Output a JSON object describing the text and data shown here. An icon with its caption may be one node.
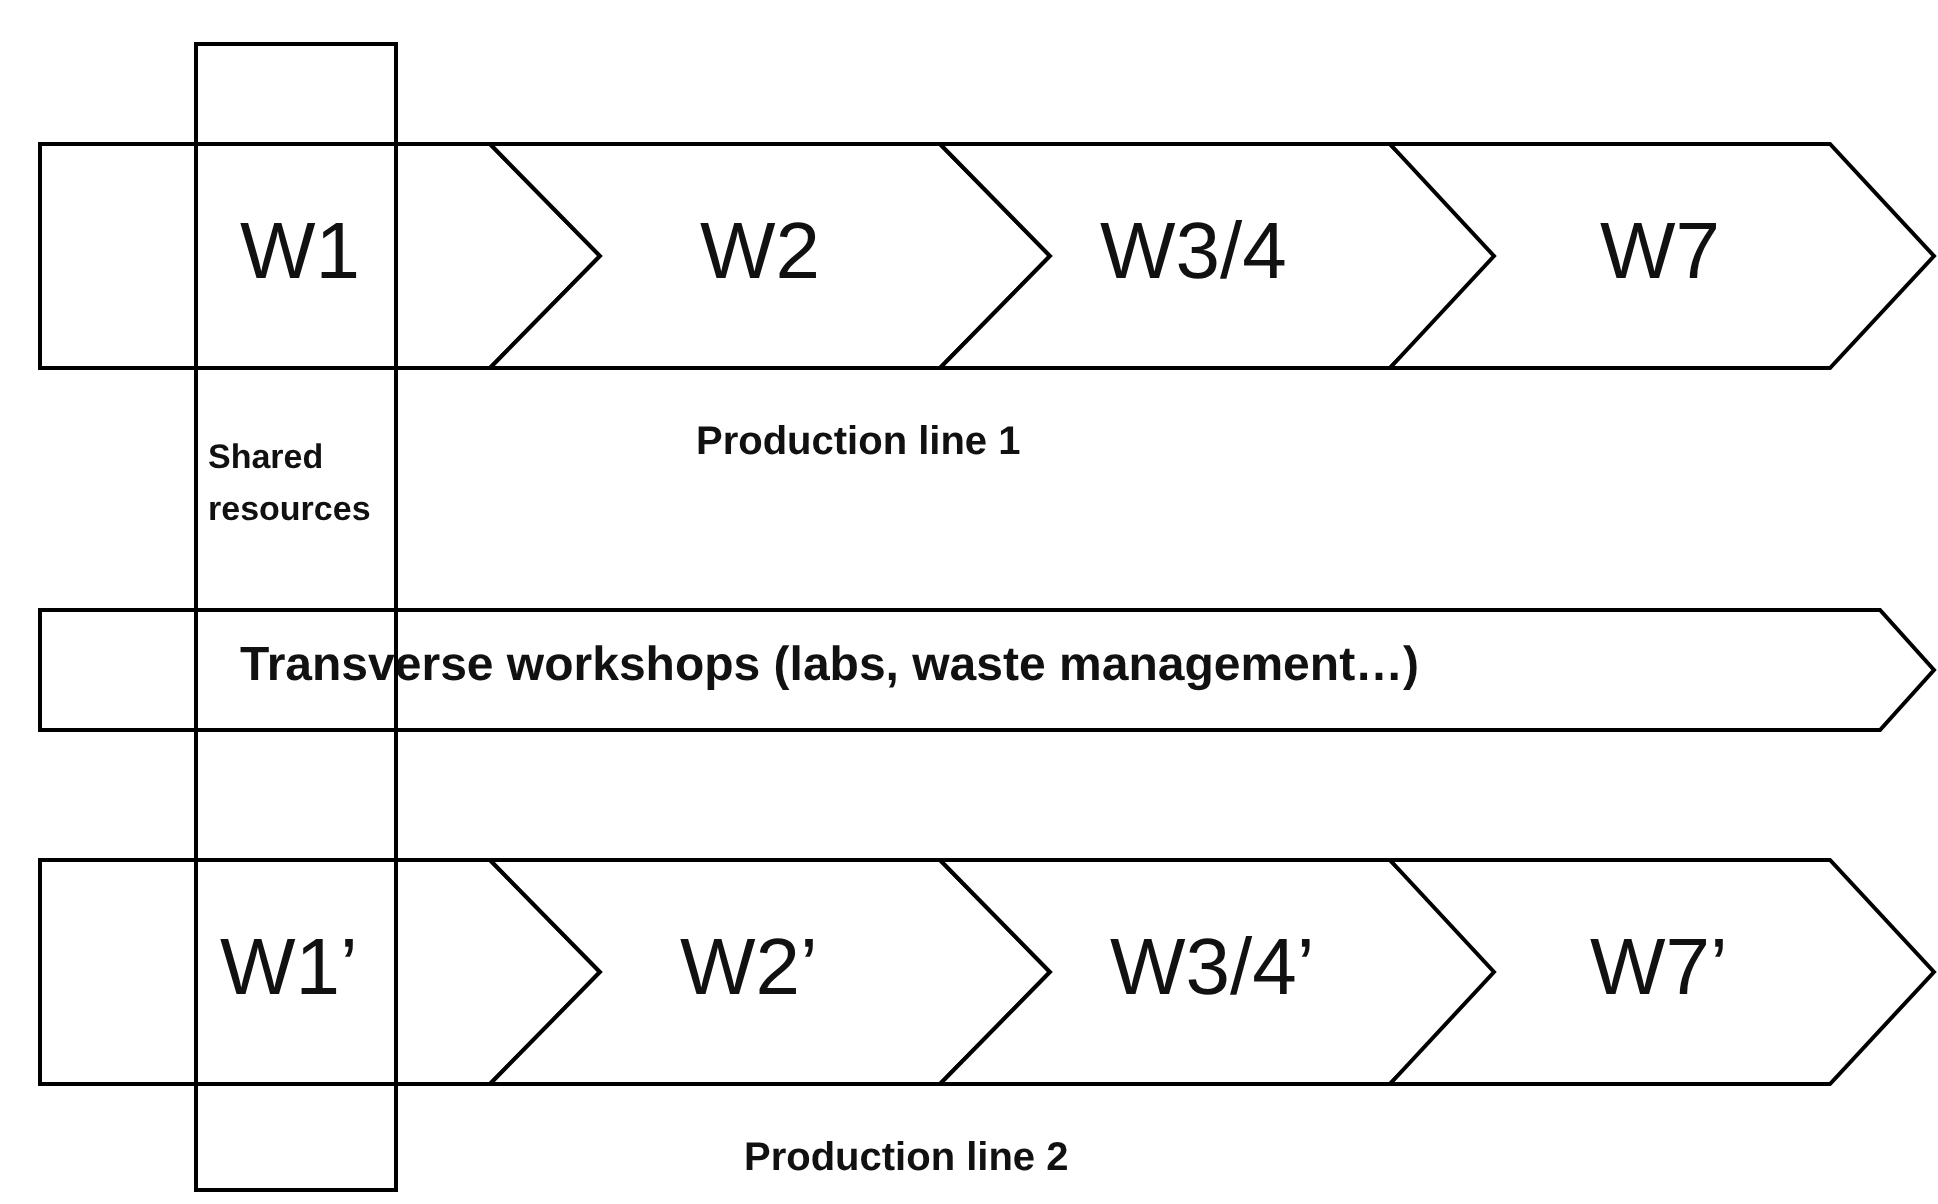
{
  "diagram": {
    "nodes": [
      {
        "text": [
          "W1"
        ]
      },
      {
        "text": [
          "W2"
        ]
      },
      {
        "text": [
          "W3/4"
        ]
      },
      {
        "text": [
          "W7"
        ]
      },
      {
        "text": [
          "Shared resources"
        ]
      },
      {
        "text": [
          "Transverse workshops (labs, waste management…)"
        ]
      },
      {
        "text": [
          "W1’"
        ]
      },
      {
        "text": [
          "W2’"
        ]
      },
      {
        "text": [
          "W3/4’"
        ]
      },
      {
        "text": [
          "W7’"
        ]
      }
    ],
    "labels": [
      "Production line 1",
      "Production line 2"
    ]
  }
}
